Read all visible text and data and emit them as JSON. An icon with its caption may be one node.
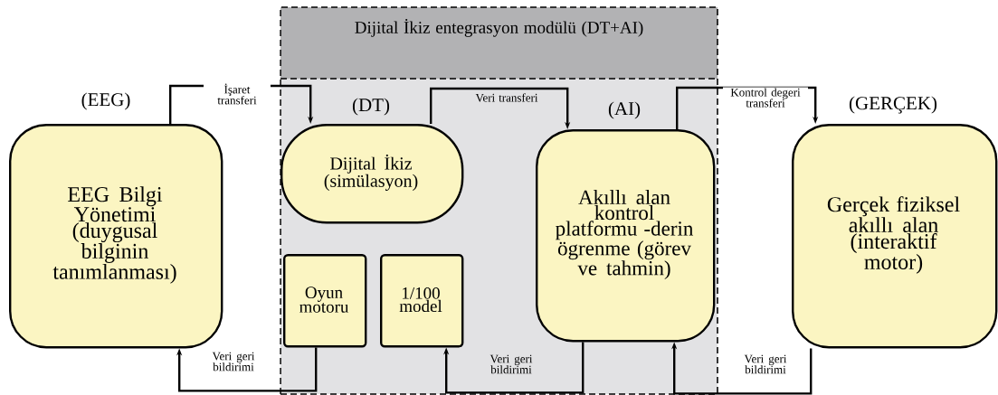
{
  "diagram": {
    "nodes": [
      {
        "text": [
          "EEG Bilgi Yönetimi (duygusal bilginin tanımlanması)"
        ],
        "beside": [
          "(EEG)"
        ]
      },
      {
        "text": [
          "Dijital İkiz entegrasyon modülü (DT+AI)"
        ]
      },
      {
        "text": [
          "Dijital İkiz (simülasyon)"
        ],
        "beside": [
          "(DT)"
        ],
        "in": 1
      },
      {
        "text": [
          "Oyun motoru"
        ],
        "in": 1
      },
      {
        "text": [
          "1/100 model"
        ],
        "in": 1
      },
      {
        "text": [
          "Akıllı alan kontrol platformu -derin ögrenme (görev ve tahmin)"
        ],
        "beside": [
          "(AI)"
        ],
        "in": 1
      },
      {
        "text": [
          "Gerçek fiziksel akıllı alan (interaktif motor)"
        ],
        "beside": [
          "(GERÇEK)"
        ]
      }
    ],
    "edges": [
      {
        "from": 0,
        "to": 2,
        "arrow": "to",
        "label": "İşaret transferi"
      },
      {
        "from": 2,
        "to": 5,
        "arrow": "to",
        "label": "Veri transferi"
      },
      {
        "from": 5,
        "to": 6,
        "arrow": "to",
        "label": "Kontrol degeri transferi"
      },
      {
        "from": 3,
        "to": 0,
        "arrow": "to",
        "label": "Veri geri bildirimi"
      },
      {
        "from": 5,
        "to": 4,
        "arrow": "to",
        "label": "Veri geri bildirimi"
      },
      {
        "from": 6,
        "to": 5,
        "arrow": "to",
        "label": "Veri geri bildirimi"
      }
    ]
  }
}
